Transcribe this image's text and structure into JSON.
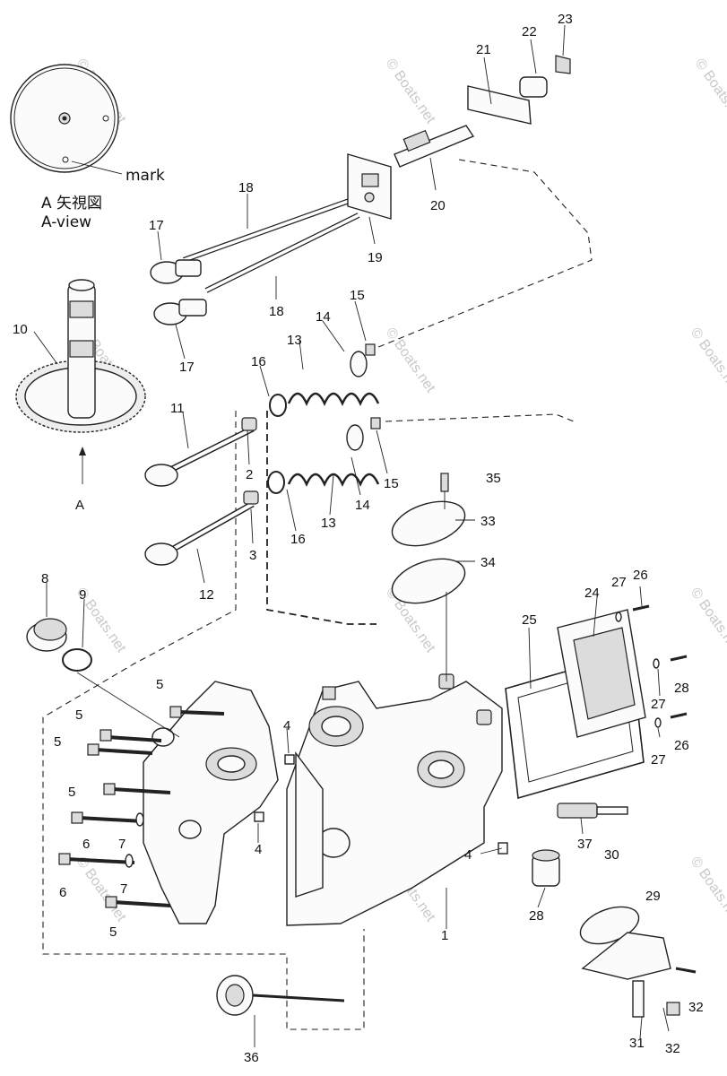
{
  "view_labels": {
    "mark": "mark",
    "a_view_jp": "A 矢視図",
    "a_view_en": "A-view",
    "a_arrow": "A"
  },
  "callouts": {
    "c1": "1",
    "c2": "2",
    "c3": "3",
    "c4a": "4",
    "c4b": "4",
    "c4c": "4",
    "c5a": "5",
    "c5b": "5",
    "c5c": "5",
    "c5d": "5",
    "c5e": "5",
    "c6a": "6",
    "c6b": "6",
    "c7a": "7",
    "c7b": "7",
    "c8": "8",
    "c9": "9",
    "c10": "10",
    "c11": "11",
    "c12": "12",
    "c13a": "13",
    "c13b": "13",
    "c14a": "14",
    "c14b": "14",
    "c15a": "15",
    "c15b": "15",
    "c16a": "16",
    "c16b": "16",
    "c17a": "17",
    "c17b": "17",
    "c18a": "18",
    "c18b": "18",
    "c19": "19",
    "c20": "20",
    "c21": "21",
    "c22": "22",
    "c23": "23",
    "c24": "24",
    "c25": "25",
    "c26a": "26",
    "c26b": "26",
    "c27a": "27",
    "c27b": "27",
    "c27c": "27",
    "c28a": "28",
    "c28b": "28",
    "c29": "29",
    "c30": "30",
    "c31": "31",
    "c32a": "32",
    "c32b": "32",
    "c33": "33",
    "c34": "34",
    "c35": "35",
    "c36": "36",
    "c37": "37"
  },
  "watermark": "© Boats.net"
}
